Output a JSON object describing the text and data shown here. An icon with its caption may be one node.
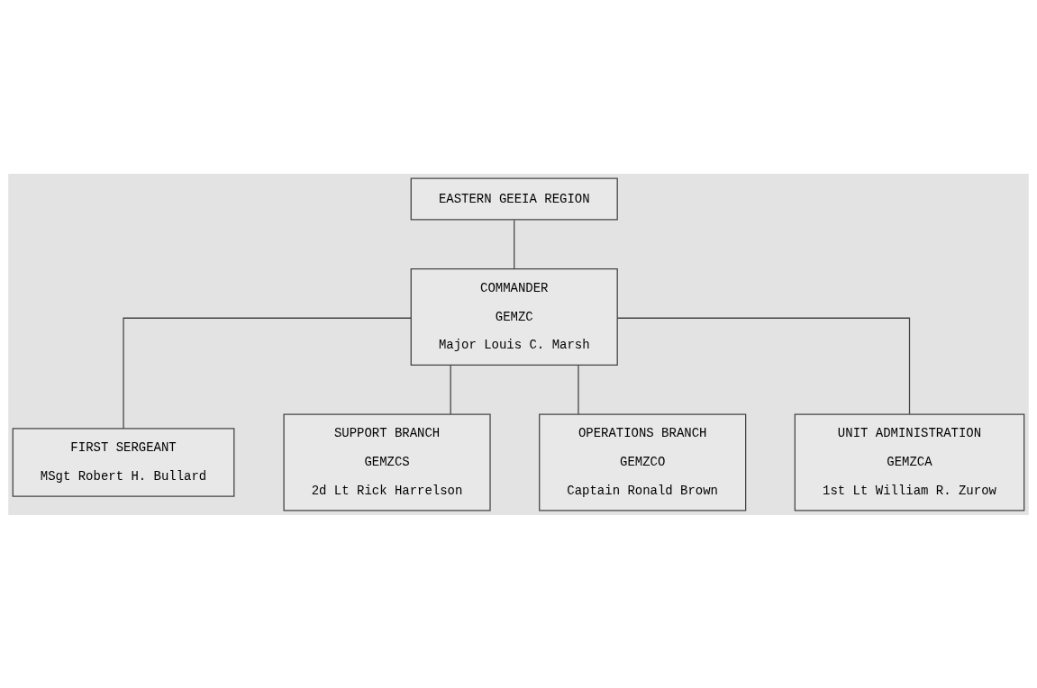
{
  "diagram": {
    "nodes": [
      {
        "text": [
          "EASTERN GEEIA REGION"
        ]
      },
      {
        "text": [
          "COMMANDER",
          "GEMZC",
          "Major Louis C. Marsh"
        ]
      },
      {
        "text": [
          "FIRST SERGEANT",
          "MSgt Robert H. Bullard"
        ]
      },
      {
        "text": [
          "SUPPORT BRANCH",
          "GEMZCS",
          "2d Lt Rick Harrelson"
        ]
      },
      {
        "text": [
          "OPERATIONS BRANCH",
          "GEMZCO",
          "Captain Ronald Brown"
        ]
      },
      {
        "text": [
          "UNIT ADMINISTRATION",
          "GEMZCA",
          "1st Lt William R. Zurow"
        ]
      }
    ],
    "edges": [
      {
        "from": 0,
        "to": 1,
        "arrow": "none"
      },
      {
        "from": 1,
        "to": 2,
        "arrow": "none"
      },
      {
        "from": 1,
        "to": 3,
        "arrow": "none"
      },
      {
        "from": 1,
        "to": 4,
        "arrow": "none"
      },
      {
        "from": 1,
        "to": 5,
        "arrow": "none"
      }
    ]
  }
}
